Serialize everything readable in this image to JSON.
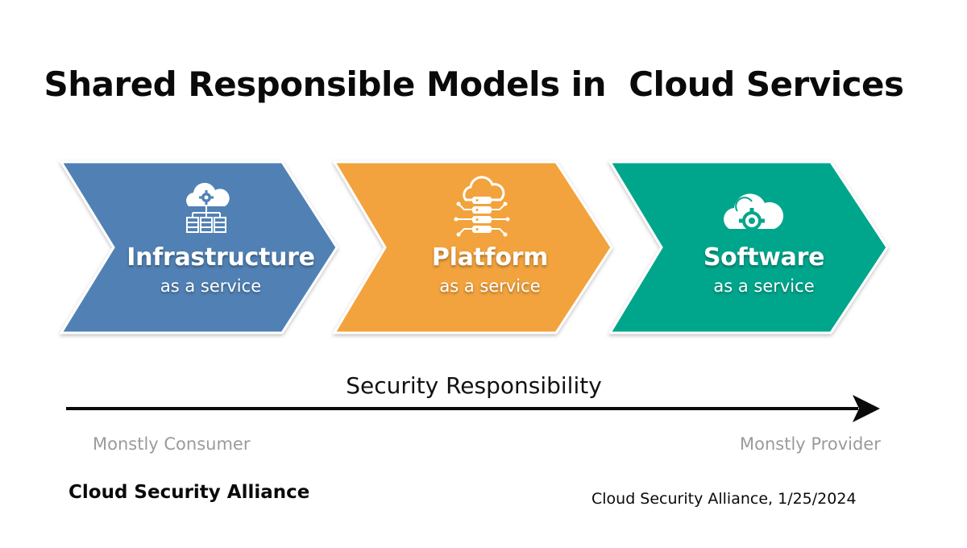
{
  "title": "Shared Responsible Models in  Cloud Services",
  "models": [
    {
      "name": "Infrastructure",
      "subtitle": "as a service",
      "color": "#5181b4",
      "icon": "cloud-servers-icon"
    },
    {
      "name": "Platform",
      "subtitle": "as a service",
      "color": "#f2a33c",
      "icon": "cloud-database-icon"
    },
    {
      "name": "Software",
      "subtitle": "as a service",
      "color": "#05a68c",
      "icon": "cloud-gear-icon"
    }
  ],
  "axis": {
    "label": "Security Responsibility",
    "start_label": "Monstly Consumer",
    "end_label": "Monstly Provider"
  },
  "footer": {
    "left": "Cloud Security Alliance",
    "right": "Cloud Security Alliance, 1/25/2024"
  }
}
